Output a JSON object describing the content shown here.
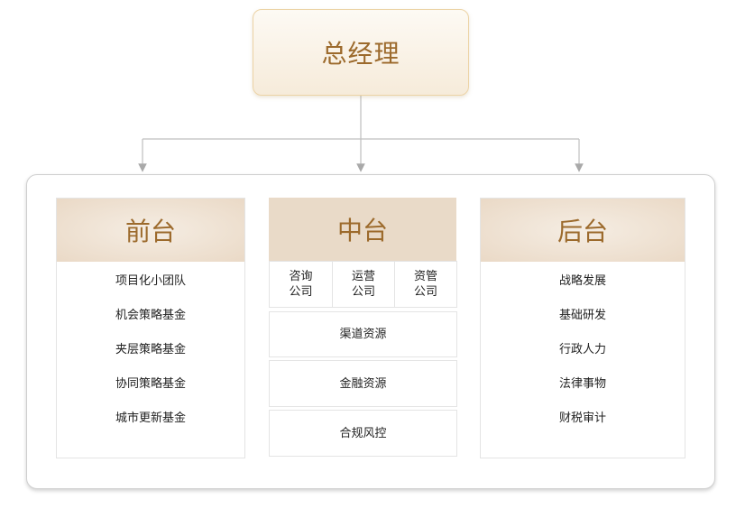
{
  "top": {
    "title": "总经理"
  },
  "front": {
    "title": "前台",
    "items": [
      "项目化小团队",
      "机会策略基金",
      "夹层策略基金",
      "协同策略基金",
      "城市更新基金"
    ]
  },
  "middle": {
    "title": "中台",
    "sub_units": [
      "咨询\n公司",
      "运营\n公司",
      "资管\n公司"
    ],
    "rows": [
      "渠道资源",
      "金融资源",
      "合规风控"
    ]
  },
  "back": {
    "title": "后台",
    "items": [
      "战略发展",
      "基础研发",
      "行政人力",
      "法律事物",
      "财税审计"
    ]
  },
  "colors": {
    "accent": "#9c6a2c",
    "header_bg": "#ead9c6",
    "connector": "#bfbfbf"
  }
}
